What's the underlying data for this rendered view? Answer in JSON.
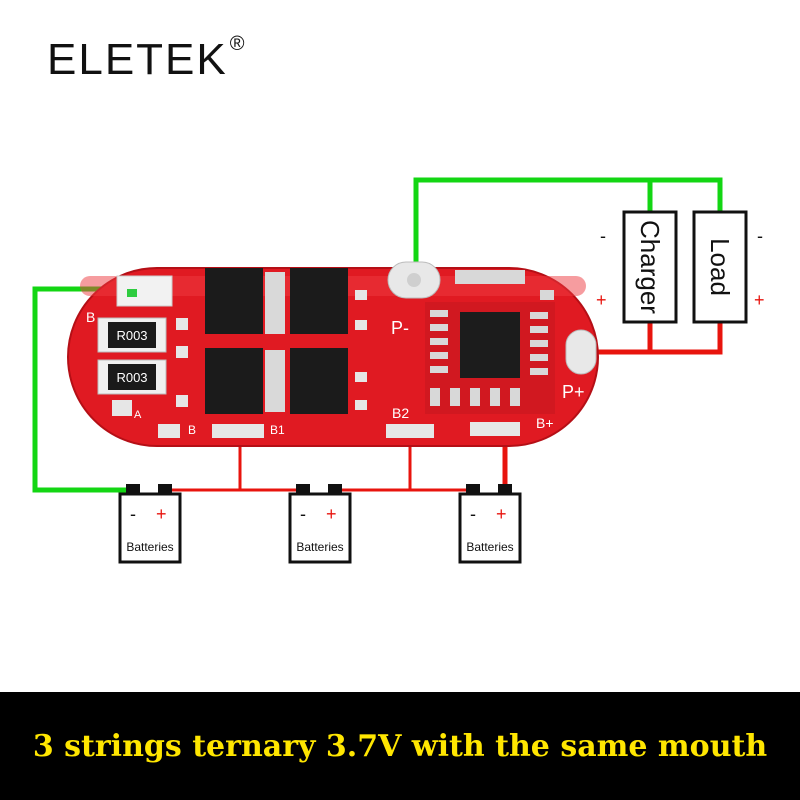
{
  "brand": {
    "name": "ELETEK",
    "registered_mark": "®"
  },
  "caption": "3 strings ternary 3.7V with the same mouth",
  "board": {
    "resistor_1": "R003",
    "resistor_2": "R003",
    "pads": {
      "b": "B",
      "a": "A",
      "b_bottom": "B",
      "b1": "B1",
      "b2": "B2",
      "b_plus": "B+",
      "p_minus": "P-",
      "p_plus": "P+"
    }
  },
  "terminals": {
    "charger": {
      "label": "Charger",
      "minus": "-",
      "plus": "+"
    },
    "load": {
      "label": "Load",
      "minus": "-",
      "plus": "+"
    }
  },
  "batteries": [
    {
      "label": "Batteries",
      "minus": "-",
      "plus": "+"
    },
    {
      "label": "Batteries",
      "minus": "-",
      "plus": "+"
    },
    {
      "label": "Batteries",
      "minus": "-",
      "plus": "+"
    }
  ],
  "colors": {
    "wire_positive": "#e8140e",
    "wire_negative": "#13d613",
    "pcb": "#e01a22",
    "caption_text": "#ffe600",
    "caption_bg": "#000000"
  }
}
